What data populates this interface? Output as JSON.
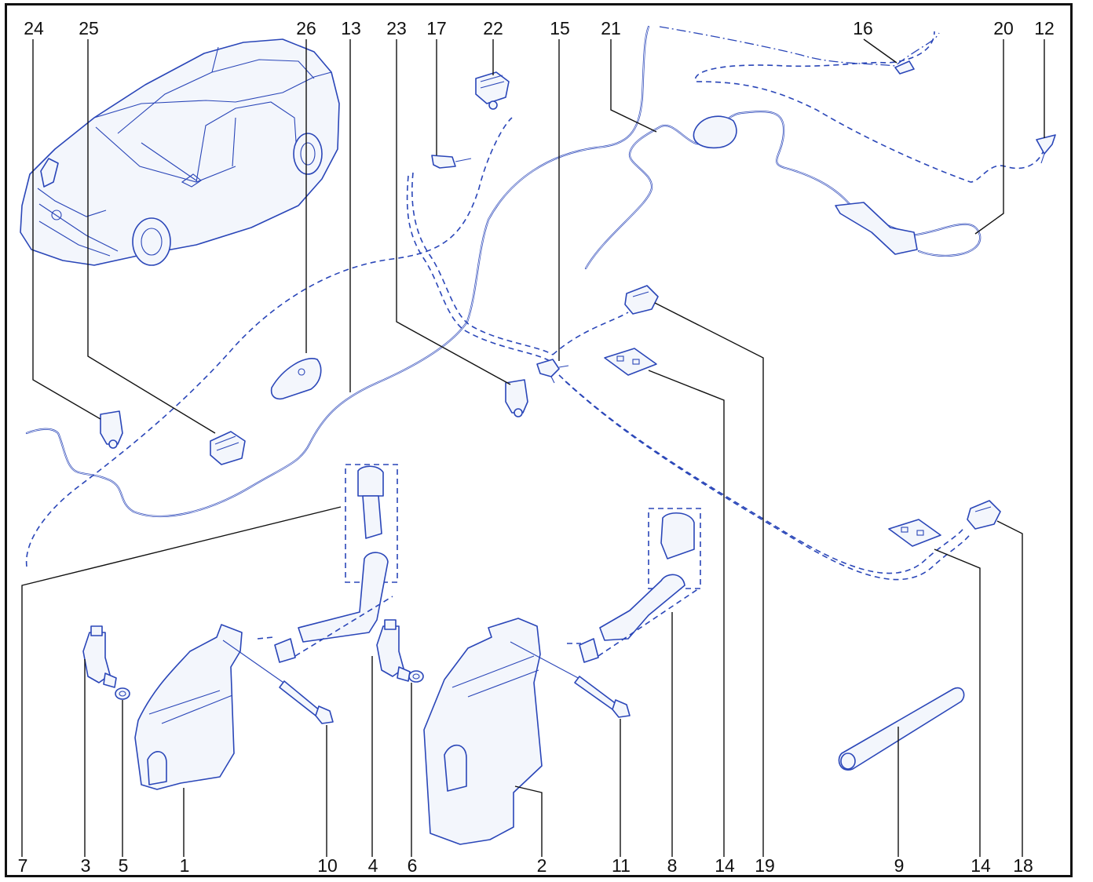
{
  "colors": {
    "line": "#2a46b8",
    "frame": "#111111",
    "text": "#111111",
    "background": "#ffffff"
  },
  "labels": {
    "l24": "24",
    "l25": "25",
    "l26": "26",
    "l13": "13",
    "l23": "23",
    "l17": "17",
    "l22": "22",
    "l15": "15",
    "l21": "21",
    "l16": "16",
    "l20": "20",
    "l12": "12",
    "b7": "7",
    "b3": "3",
    "b5": "5",
    "b1": "1",
    "b10": "10",
    "b4": "4",
    "b6": "6",
    "b2": "2",
    "b11": "11",
    "b8": "8",
    "b14a": "14",
    "b19": "19",
    "b9": "9",
    "b14b": "14",
    "b18": "18"
  }
}
